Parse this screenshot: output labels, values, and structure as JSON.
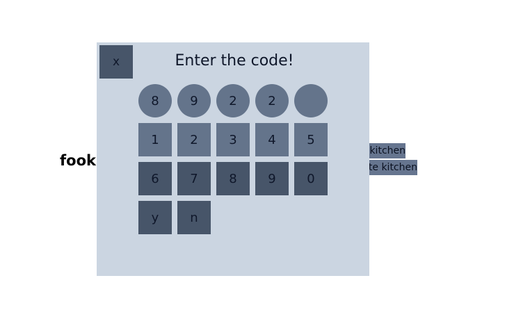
{
  "background": {
    "word": "fook",
    "tags": [
      "kitchen",
      "te kitchen"
    ]
  },
  "modal": {
    "close_label": "x",
    "title": "Enter the code!",
    "code_slots": [
      "8",
      "9",
      "2",
      "2",
      ""
    ],
    "keypad_row1": [
      "1",
      "2",
      "3",
      "4",
      "5"
    ],
    "keypad_row2": [
      "6",
      "7",
      "8",
      "9",
      "0"
    ],
    "confirm_label": "y",
    "cancel_label": "n"
  },
  "colors": {
    "modal_bg": "#cbd5e1",
    "key_light": "#64748b",
    "key_dark": "#475569",
    "text": "#0f172a"
  }
}
